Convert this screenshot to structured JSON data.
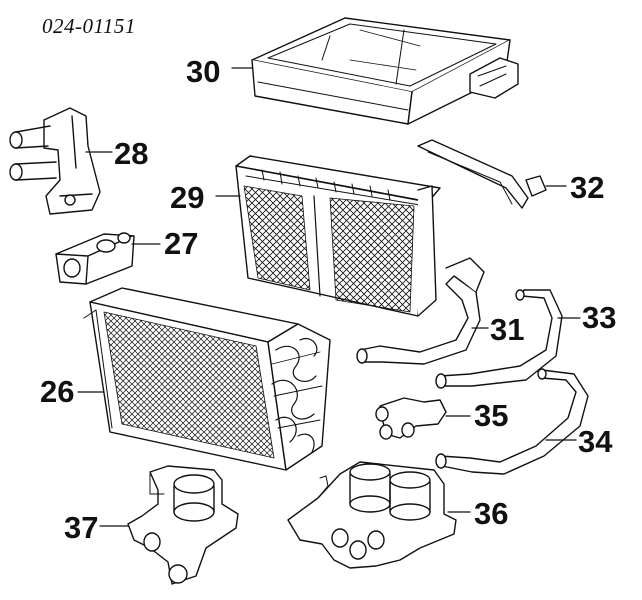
{
  "doc_code": "024-01151",
  "callouts": {
    "c26": "26",
    "c27": "27",
    "c28": "28",
    "c29": "29",
    "c30": "30",
    "c31": "31",
    "c32": "32",
    "c33": "33",
    "c34": "34",
    "c35": "35",
    "c36": "36",
    "c37": "37"
  }
}
